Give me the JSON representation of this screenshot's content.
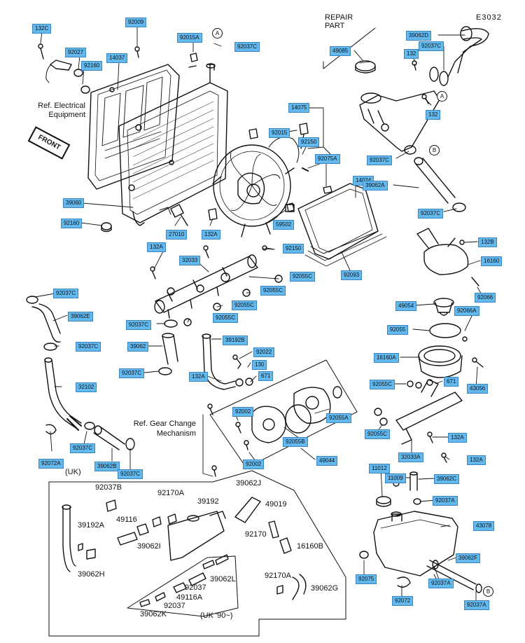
{
  "diagram": {
    "code": "E3032",
    "repair_part": "REPAIR\nPART",
    "front_label": "FRONT",
    "refs": {
      "electrical": "Ref. Electrical\nEquipment",
      "gear_change": "Ref. Gear Change\nMechanism",
      "uk": "(UK)",
      "uk90": "(UK '90~)"
    },
    "markers": {
      "a": "A",
      "b": "B"
    },
    "tags": {
      "t132c": "132C",
      "t92009": "92009",
      "t92015a": "92015A",
      "t92037c_top": "92037C",
      "t92027": "92027",
      "t14037": "14037",
      "t92160_top": "92160",
      "t14075": "14075",
      "t92015": "92015",
      "t92150_mid": "92150",
      "t92075a": "92075A",
      "t92037c_tank": "92037C",
      "t14024": "14024",
      "t39062a": "39062A",
      "t39060": "39060",
      "t92160_bot": "92160",
      "t59502": "59502",
      "t27010": "27010",
      "t132a_mid": "132A",
      "t92150_bot": "92150",
      "t132a_left": "132A",
      "t32033": "32033",
      "t92055c_1": "92055C",
      "t92093": "92093",
      "t92055c_2": "92055C",
      "t92055c_3": "92055C",
      "t92055c_4": "92055C",
      "t92037c_l1": "92037C",
      "t39062e": "39062E",
      "t92037c_l2": "92037C",
      "t92037c_l3": "92037C",
      "t39062": "39062",
      "t39192b": "39192B",
      "t92022": "92022",
      "t92037c_l4": "92037C",
      "t130": "130",
      "t132a_pipe": "132A",
      "t671_mid": "671",
      "t32102": "32102",
      "t92002_1": "92002",
      "t92055a": "92055A",
      "t92055b": "92055B",
      "t49044": "49044",
      "t92002_2": "92002",
      "t92072a": "92072A",
      "t92037c_bot1": "92037C",
      "t39062b": "39062B",
      "t92037c_bot2": "92037C",
      "t39062d": "39062D",
      "t92037c_tr": "92037C",
      "t132_tr1": "132",
      "t49085": "49085",
      "t132_tr2": "132",
      "t92037c_r": "92037C",
      "t132b": "132B",
      "t16160": "16160",
      "t92066": "92066",
      "t49054": "49054",
      "t92066a": "92066A",
      "t92055": "92055",
      "t16160a": "16160A",
      "t92055c_r": "92055C",
      "t671_r": "671",
      "t43056": "43056",
      "t92055c_r2": "92055C",
      "t132a_r1": "132A",
      "t32033a": "32033A",
      "t132a_r2": "132A",
      "t11012": "11012",
      "t11009": "11009",
      "t39062c": "39062C",
      "t92037a_1": "92037A",
      "t43078": "43078",
      "t39062f": "39062F",
      "t92075": "92075",
      "t92037a_2": "92037A",
      "t92072": "92072",
      "t92037a_3": "92037A"
    },
    "uk_labels": {
      "l92037b": "92037B",
      "l92170a_1": "92170A",
      "l39062j": "39062J",
      "l39192": "39192",
      "l49019": "49019",
      "l39192a": "39192A",
      "l49116": "49116",
      "l39062i": "39062I",
      "l92170": "92170",
      "l16160b": "16160B",
      "l39062h": "39062H",
      "l92170a_2": "92170A",
      "l39062g": "39062G",
      "l39062l": "39062L",
      "l92037_1": "92037",
      "l49116a": "49116A",
      "l92037_2": "92037",
      "l39062k": "39062K"
    }
  }
}
